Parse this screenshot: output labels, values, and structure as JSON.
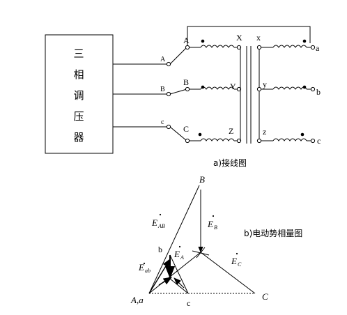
{
  "regulator": {
    "chars": [
      "三",
      "相",
      "调",
      "压",
      "器"
    ]
  },
  "input_terminals": [
    "A",
    "B",
    "c"
  ],
  "primary": {
    "start_labels": [
      "A",
      "B",
      "C"
    ],
    "end_labels": [
      "X",
      "Y",
      "Z"
    ]
  },
  "secondary": {
    "start_labels": [
      "x",
      "y",
      "z"
    ],
    "end_labels": [
      "a",
      "b",
      "c"
    ]
  },
  "captions": {
    "wiring": "a)接线图",
    "phasor": "b)电动势相量图"
  },
  "phasor": {
    "vertices": {
      "B": "B",
      "Aa": "A,a",
      "C": "C",
      "c": "c",
      "b": "b"
    },
    "emfs": [
      {
        "main": "E",
        "sub": "AB"
      },
      {
        "main": "E",
        "sub": "B"
      },
      {
        "main": "E",
        "sub": "A"
      },
      {
        "main": "E",
        "sub": "ab"
      },
      {
        "main": "E",
        "sub": "C"
      }
    ]
  }
}
